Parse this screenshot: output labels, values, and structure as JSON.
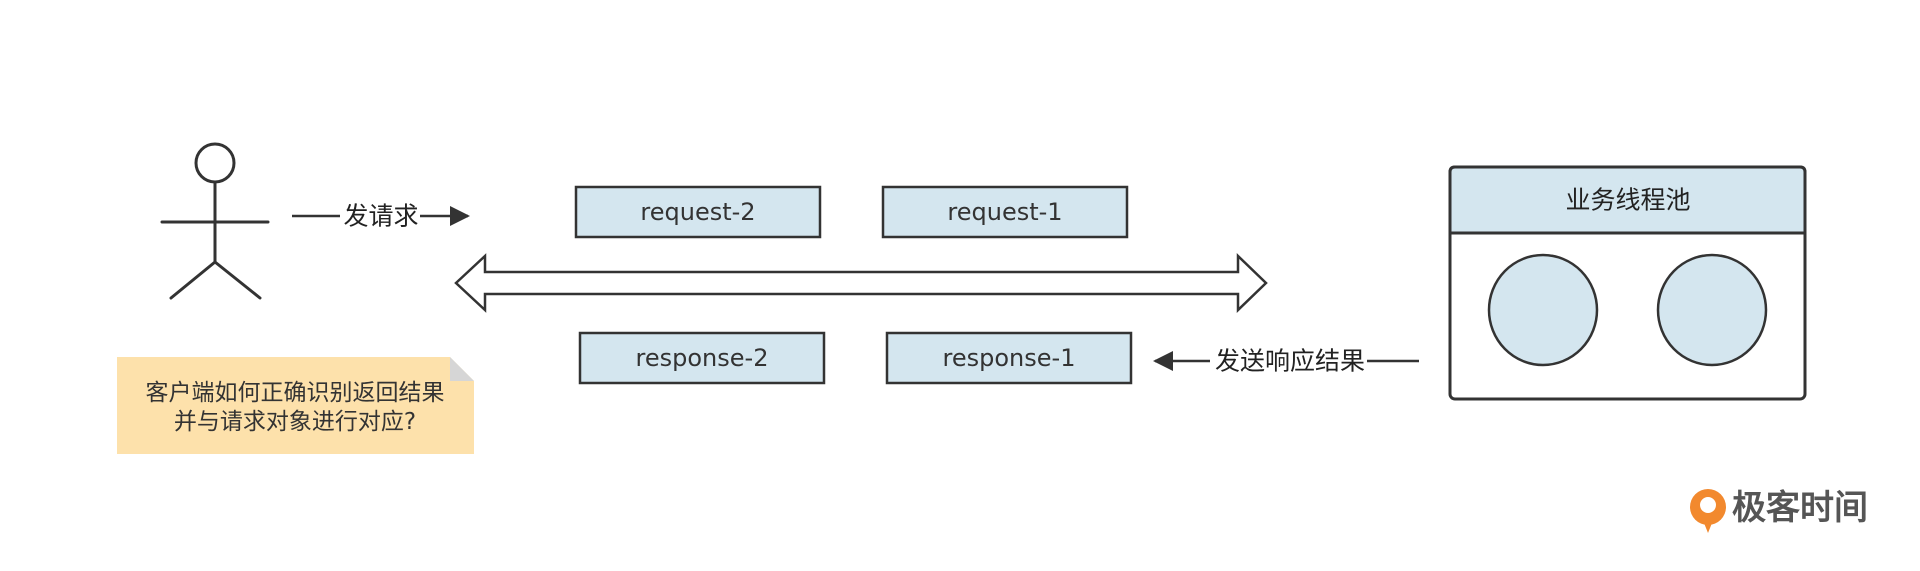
{
  "colors": {
    "box_fill": "#d4e6ef",
    "stroke": "#333333",
    "note_fill": "#fde1ab",
    "brand_orange": "#f2892e"
  },
  "client": {
    "icon": "stick-figure-user"
  },
  "send_request_label": "发请求",
  "requests": [
    {
      "label": "request-2"
    },
    {
      "label": "request-1"
    }
  ],
  "responses": [
    {
      "label": "response-2"
    },
    {
      "label": "response-1"
    }
  ],
  "send_response_label": "发送响应结果",
  "thread_pool": {
    "title": "业务线程池",
    "thread_count": 2
  },
  "note": {
    "line1": "客户端如何正确识别返回结果",
    "line2": "并与请求对象进行对应?"
  },
  "brand": {
    "name": "极客时间"
  }
}
